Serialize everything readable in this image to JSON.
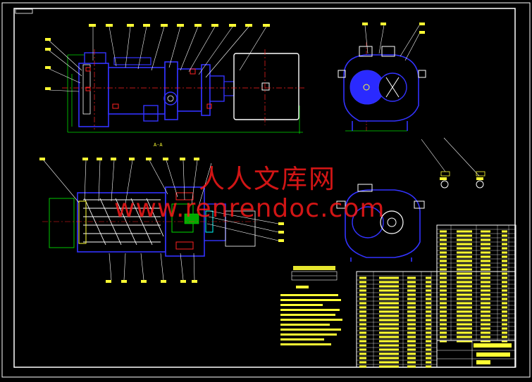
{
  "watermark": {
    "chinese": "人人文库网",
    "url": "www.renrendoc.com"
  },
  "section_label": "A-A",
  "colors": {
    "background": "#000000",
    "frame": "#ffffff",
    "body": "#3333ff",
    "green": "#00dd00",
    "red": "#ff2222",
    "yellow": "#ffff33",
    "cyan": "#00ffff",
    "magenta": "#ff33ff",
    "watermark": "#ff1a1a"
  }
}
